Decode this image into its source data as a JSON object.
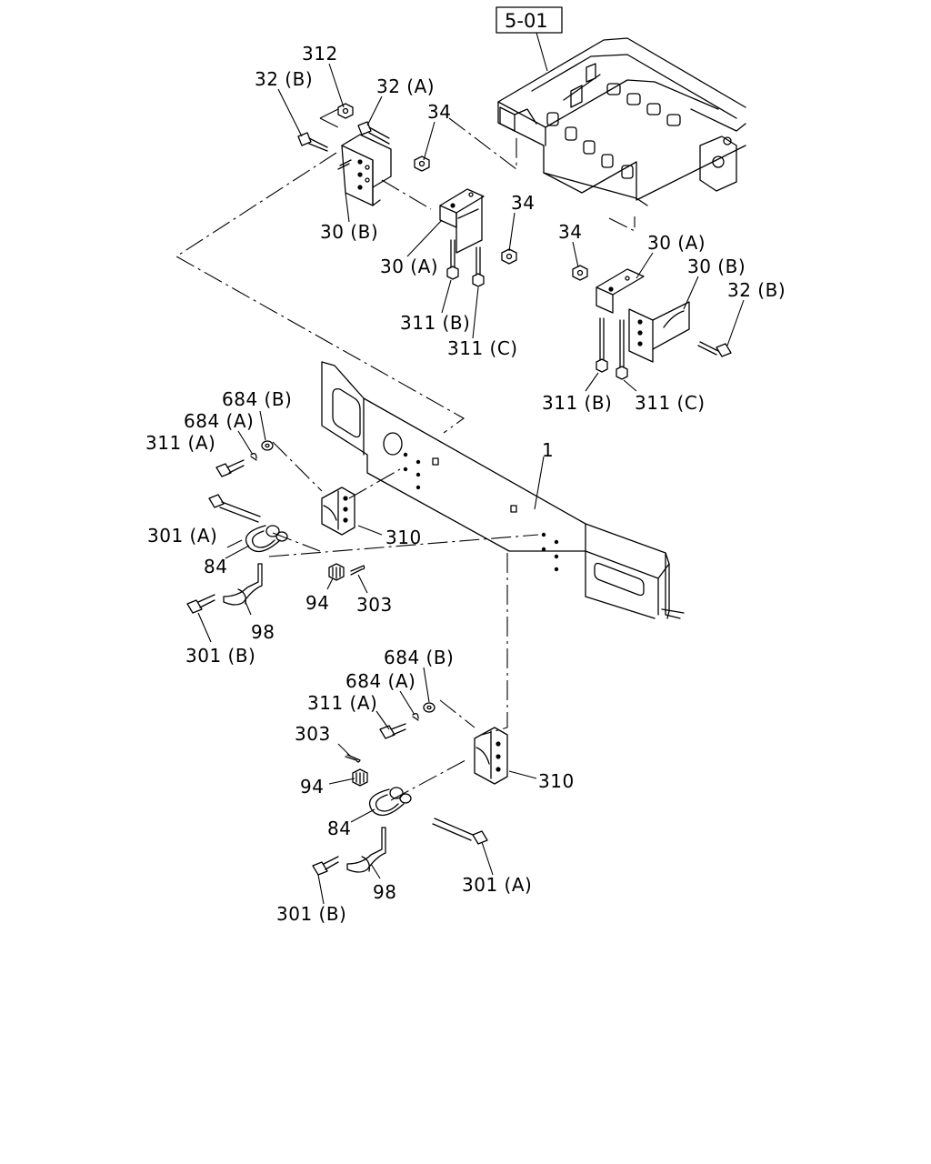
{
  "reference_box": "5-01",
  "labels": {
    "l312": "312",
    "l32b_top": "32 (B)",
    "l32a": "32 (A)",
    "l34_a": "34",
    "l34_b": "34",
    "l34_c": "34",
    "l30b_left": "30 (B)",
    "l30a_mid": "30 (A)",
    "l311b_mid": "311 (B)",
    "l311c_mid": "311 (C)",
    "l30a_right": "30 (A)",
    "l30b_right": "30 (B)",
    "l32b_right": "32 (B)",
    "l311b_right": "311 (B)",
    "l311c_right": "311 (C)",
    "l684b_up": "684 (B)",
    "l684a_up": "684 (A)",
    "l311a_up": "311 (A)",
    "l1": "1",
    "l301a_up": "301 (A)",
    "l310_up": "310",
    "l84_up": "84",
    "l94_up": "94",
    "l303_up": "303",
    "l98_up": "98",
    "l301b_up": "301 (B)",
    "l684b_lo": "684 (B)",
    "l684a_lo": "684 (A)",
    "l311a_lo": "311 (A)",
    "l303_lo": "303",
    "l94_lo": "94",
    "l310_lo": "310",
    "l84_lo": "84",
    "l301a_lo": "301 (A)",
    "l98_lo": "98",
    "l301b_lo": "301 (B)"
  }
}
